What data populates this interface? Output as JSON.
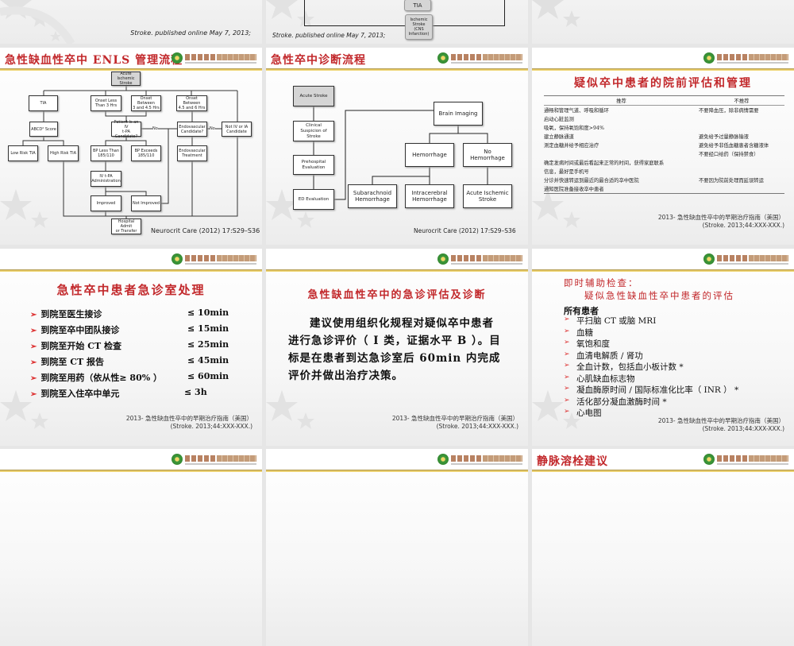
{
  "slides_row0": {
    "s1_citation": "Stroke. published online May 7, 2013;",
    "s2_boxes": [
      "TIA",
      "Ischemic\nStroke\n(CNS\nInfarction)"
    ],
    "s2_citation": "Stroke. published online May 7, 2013;"
  },
  "enls": {
    "title": "急性缺血性卒中 ENLS 管理流程",
    "boxes": [
      "Acute Ischemic\nStroke",
      "TIA",
      "Onset Less\nThan 3 Hrs",
      "Onset Between\n3 and 4.5 Hrs",
      "Onset Between\n4.5 and 6 Hrs",
      "ABCD² Score",
      "Patient Is an IV\nt-PA\nCandidate?",
      "Endovascular\nCandidate?",
      "Not IV or IA\nCandidate",
      "Low Risk TIA",
      "High Risk TIA",
      "BP Less Than\n185/110",
      "BP Exceeds\n185/110",
      "Endovascular\nTreatment",
      "IV t-PA\nAdministration",
      "Improved",
      "Not Improved",
      "Hospital Admit\nor Transfer"
    ],
    "no_labels": [
      "No",
      "No"
    ],
    "citation": "Neurocrit Care (2012) 17:S29–S36"
  },
  "diagnosis": {
    "title": "急性卒中诊断流程",
    "boxes": [
      "Acute Stroke",
      "Clinical\nSuspicion of\nStroke",
      "Prehospital\nEvaluation",
      "ED Evaluation",
      "Brain Imaging",
      "Hemorrhage",
      "No\nHemorrhage",
      "Subarachnoid\nHemorrhage",
      "Intracerebral\nHemorrhage",
      "Acute Ischemic\nStroke"
    ],
    "citation": "Neurocrit Care (2012) 17:S29–S36"
  },
  "prehospital": {
    "title": "疑似卒中患者的院前评估和管理",
    "headers": [
      "推荐",
      "不推荐"
    ],
    "rows": [
      [
        "通畅和管理气道、呼吸和循环",
        "不要降血压，除非病情需要"
      ],
      [
        "启动心脏监测",
        ""
      ],
      [
        "吸氧，保持氧饱和度>94%",
        ""
      ],
      [
        "建立静脉通道",
        "避免给予过量静脉输液"
      ],
      [
        "测定血糖并给予相应治疗",
        "避免给予非低血糖患者含糖液体"
      ],
      [
        "",
        "不要经口给药（保持禁食）"
      ],
      [
        "确定发病时间或最后看起来正常的时间，获得家庭联系",
        ""
      ],
      [
        "信息，最好是手机号",
        ""
      ],
      [
        "分诊并快速转运到最近的最合适的卒中医院",
        "不要因为院前处理而延误转运"
      ],
      [
        "通知医院准备接收卒中患者",
        ""
      ]
    ],
    "citation": [
      "2013- 急性缺血性卒中的早期治疗指南（美国）",
      "(Stroke. 2013;44:XXX-XXX.)"
    ]
  },
  "er": {
    "title": "急性卒中患者急诊室处理",
    "items": [
      {
        "label": "到院至医生接诊",
        "value": "≤ 10min"
      },
      {
        "label": "到院至卒中团队接诊",
        "value": "≤ 15min"
      },
      {
        "label": "到院至开始 CT  检查",
        "value": "≤ 25min"
      },
      {
        "label": "到院至 CT  报告",
        "value": "≤ 45min"
      },
      {
        "label": "到院至用药（依从性≥ 80% ）",
        "value": "≤ 60min"
      },
      {
        "label": "到院至入住卒中单元",
        "value": "≤ 3h"
      }
    ],
    "citation": [
      "2013- 急性缺血性卒中的早期治疗指南（美国）",
      "(Stroke. 2013;44:XXX-XXX.)"
    ]
  },
  "emergency_eval": {
    "title": "急性缺血性卒中的急诊评估及诊断",
    "paragraph": "建议使用组织化规程对疑似卒中患者进行急诊评价（ I 类，证据水平 B ）。目标是在患者到达急诊室后 60min 内完成评价并做出治疗决策。",
    "citation": [
      "2013- 急性缺血性卒中的早期治疗指南（美国）",
      "(Stroke. 2013;44:XXX-XXX.)"
    ]
  },
  "tests": {
    "title1": "即时辅助检查：",
    "title2": "疑似急性缺血性卒中患者的评估",
    "subtitle": "所有患者",
    "items": [
      "平扫脑 CT 或脑 MRI",
      "血糖",
      "氧饱和度",
      "血清电解质 / 肾功",
      "全血计数，包括血小板计数 *",
      "心肌缺血标志物",
      "凝血酶原时间 / 国际标准化比率（ INR ） *",
      "活化部分凝血激酶时间 *",
      "心电图"
    ],
    "citation": [
      "2013- 急性缺血性卒中的早期治疗指南（美国）",
      "(Stroke. 2013;44:XXX-XXX.)"
    ]
  },
  "row3": {
    "s3_title": "静脉溶栓建议"
  },
  "colors": {
    "title_red": "#c2282b",
    "gold_line": "#e8c65a",
    "bullet_red": "#d33"
  }
}
